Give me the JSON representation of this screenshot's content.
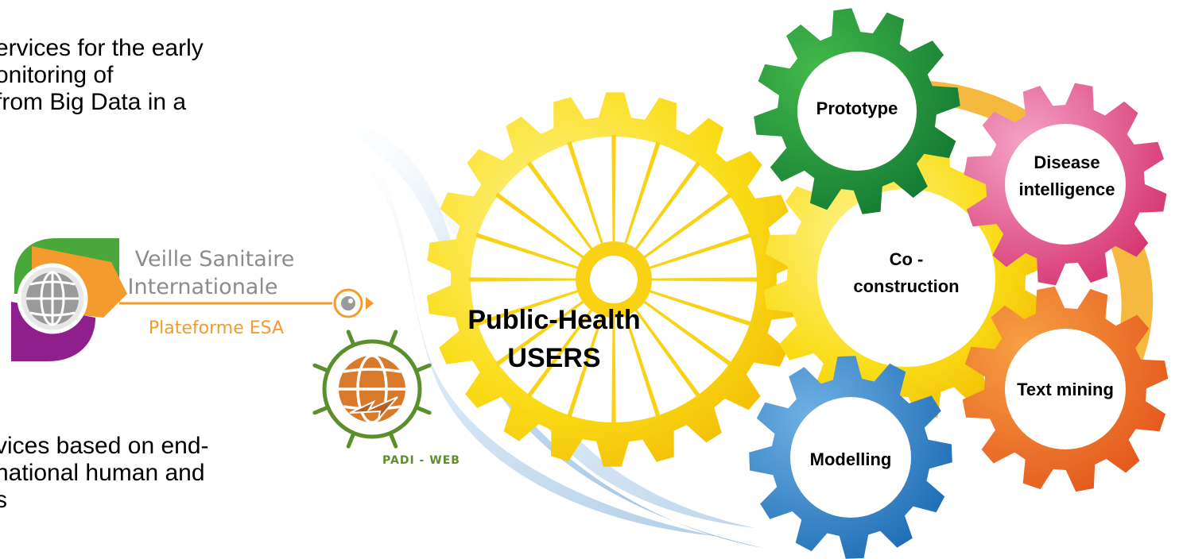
{
  "intro_text": {
    "top_lines": [
      "ervices for the early",
      "onitoring of",
      "from Big Data in a"
    ],
    "bottom_lines": [
      "vices based on end-",
      "national human and",
      "s"
    ]
  },
  "esa_logo": {
    "line1": "Veille Sanitaire",
    "line2": "Internationale",
    "line3": "Plateforme ESA"
  },
  "padi_logo": {
    "label": "PADI - WEB"
  },
  "center_label": {
    "line1": "Public-Health",
    "line2": "USERS"
  },
  "gears": {
    "prototype": {
      "line1": "Prototype",
      "line2": ""
    },
    "disease": {
      "line1": "Disease",
      "line2": "intelligence"
    },
    "coconstruction": {
      "line1": "Co -",
      "line2": "construction"
    },
    "textmining": {
      "line1": "Text mining",
      "line2": ""
    },
    "modelling": {
      "line1": "Modelling",
      "line2": ""
    }
  },
  "colors": {
    "yellow": "#f7d117",
    "yellow_dark": "#f0b400",
    "green": "#239e3a",
    "pink": "#e84d8a",
    "orange": "#ef7d1f",
    "blue": "#2f86c9",
    "esa_green": "#4aa83b",
    "esa_orange": "#f39c2d",
    "esa_purple": "#8e1f8d",
    "padi_green": "#5b8f2c",
    "padi_orange": "#d97a2b"
  }
}
